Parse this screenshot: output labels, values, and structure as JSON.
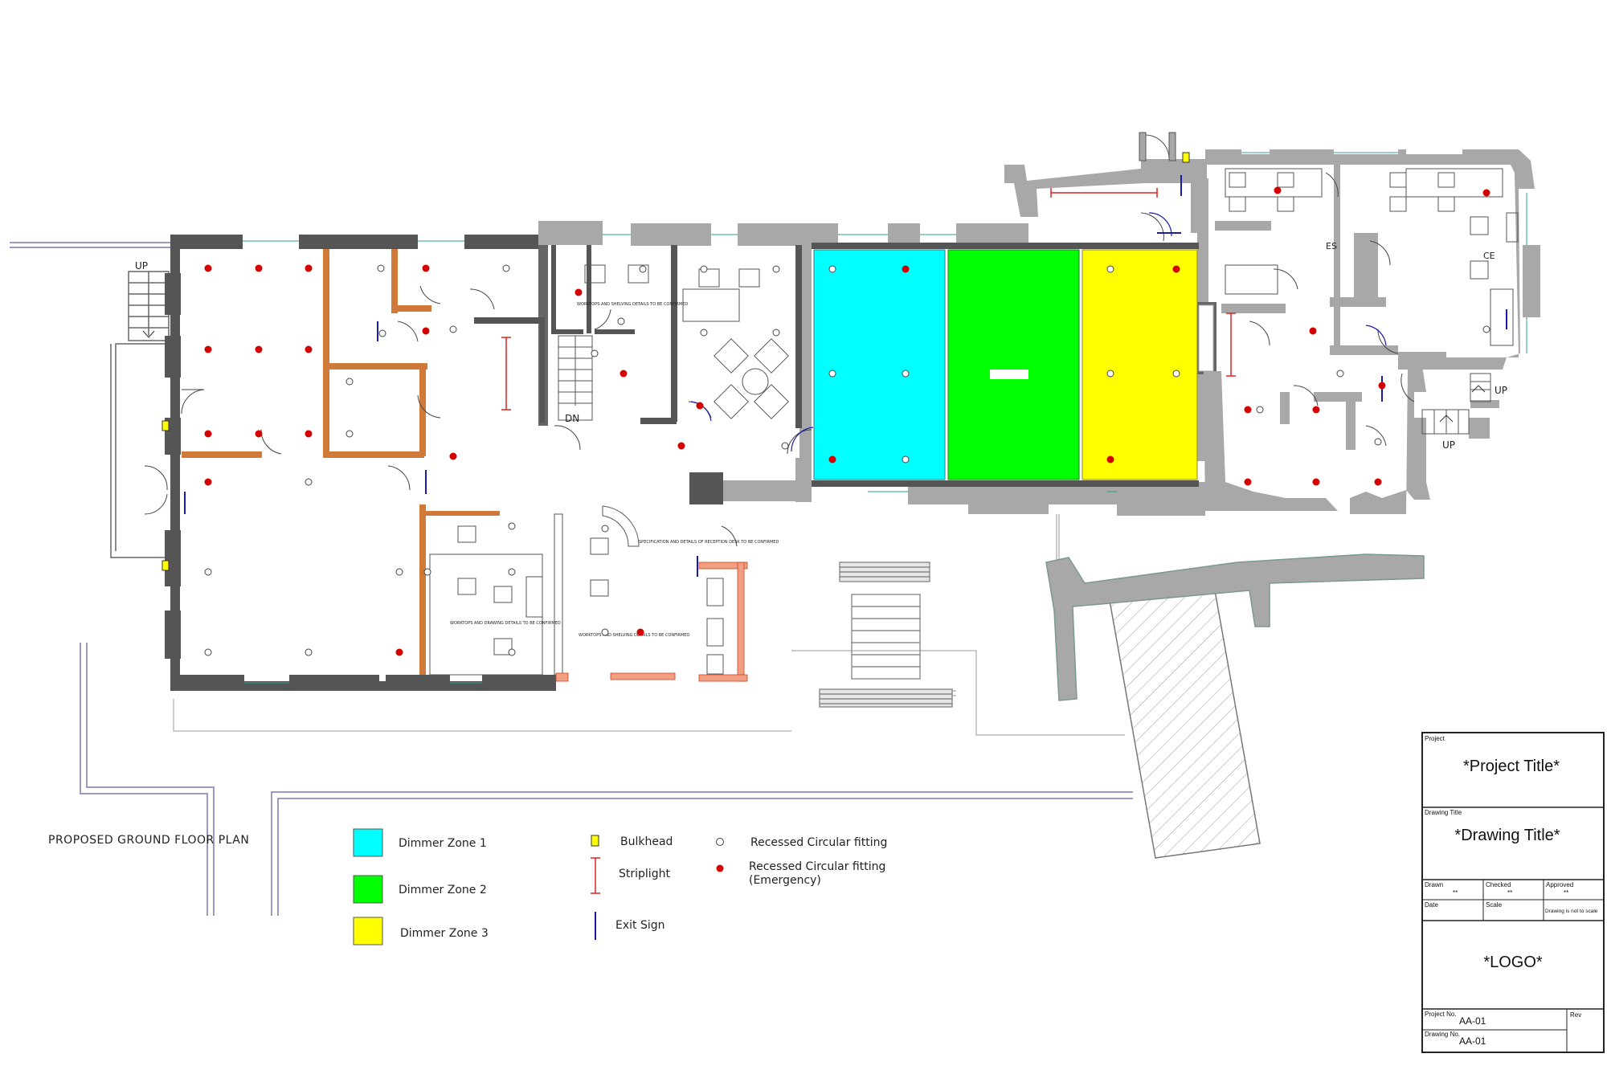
{
  "drawing": {
    "plan_title": "PROPOSED GROUND FLOOR PLAN",
    "labels": {
      "up_left": "UP",
      "up_right_1": "UP",
      "up_right_2": "UP",
      "dn": "DN",
      "room_es": "ES",
      "room_ce": "CE"
    },
    "notes": {
      "note_1": "WORKTOPS AND SHELVING DETAILS TO BE CONFIRMED",
      "note_2": "SPECIFICATION AND DETAILS OF RECEPTION DESK TO BE CONFIRMED",
      "note_3": "WORKTOPS AND DRAWING DETAILS TO BE CONFIRMED",
      "note_4": "WORKTOPS AND SHELVING DETAILS TO BE CONFIRMED"
    }
  },
  "legend": {
    "zones": [
      {
        "label": "Dimmer Zone 1",
        "color": "#00ffff"
      },
      {
        "label": "Dimmer Zone 2",
        "color": "#00ff00"
      },
      {
        "label": "Dimmer Zone 3",
        "color": "#ffff00"
      }
    ],
    "symbols": {
      "bulkhead": "Bulkhead",
      "striplight": "Striplight",
      "exit_sign": "Exit Sign",
      "recessed": "Recessed Circular fitting",
      "recessed_em_1": "Recessed Circular fitting",
      "recessed_em_2": "(Emergency)"
    },
    "colors": {
      "bulkhead": "#ffff00",
      "striplight": "#e02020",
      "exit_sign": "#1a1aaa",
      "emergency_dot": "#d40000",
      "wall": "#a8a8a8",
      "wall_dark": "#555555",
      "partition": "#d07a3a"
    }
  },
  "title_block": {
    "project_label": "Project",
    "project_title": "*Project Title*",
    "drawing_title_label": "Drawing Title",
    "drawing_title": "*Drawing Title*",
    "drawn_label": "Drawn",
    "drawn_value": "**",
    "checked_label": "Checked",
    "checked_value": "**",
    "approved_label": "Approved",
    "approved_value": "**",
    "date_label": "Date",
    "scale_label": "Scale",
    "scale_note": "Drawing is not to scale",
    "logo": "*LOGO*",
    "project_no_label": "Project No.",
    "project_no": "AA-01",
    "drawing_no_label": "Drawing No.",
    "drawing_no": "AA-01",
    "rev_label": "Rev"
  }
}
